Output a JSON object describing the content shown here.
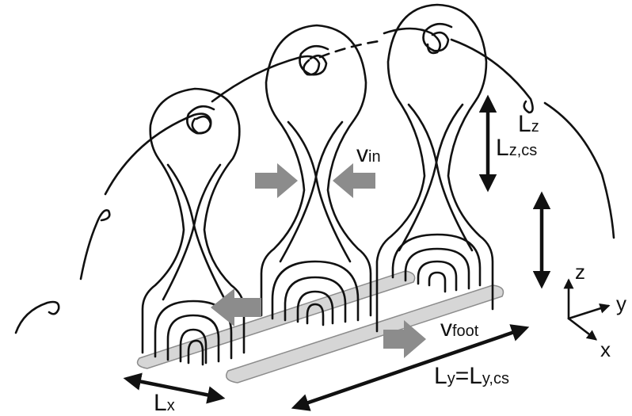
{
  "labels": {
    "v_in": {
      "main": "v",
      "sub": "in"
    },
    "L_z": {
      "main": "L",
      "sub": "z"
    },
    "L_zcs": {
      "main": "L",
      "sub": "z,cs"
    },
    "v_foot": {
      "main": "v",
      "sub": "foot"
    },
    "L_x": {
      "main": "L",
      "sub": "x"
    },
    "L_y": {
      "main": "L",
      "sub1": "y",
      "eq": "=L",
      "sub2": "y,cs"
    }
  },
  "axes": {
    "z": "z",
    "y": "y",
    "x": "x"
  },
  "colors": {
    "line": "#111111",
    "flow_arrow": "#8c8c8c",
    "footpoint_fill": "#d6d6d6",
    "background": "#ffffff"
  },
  "icons": {
    "inflow_arrow": "gray-block-arrow",
    "measure_arrow": "double-headed-arrow"
  }
}
